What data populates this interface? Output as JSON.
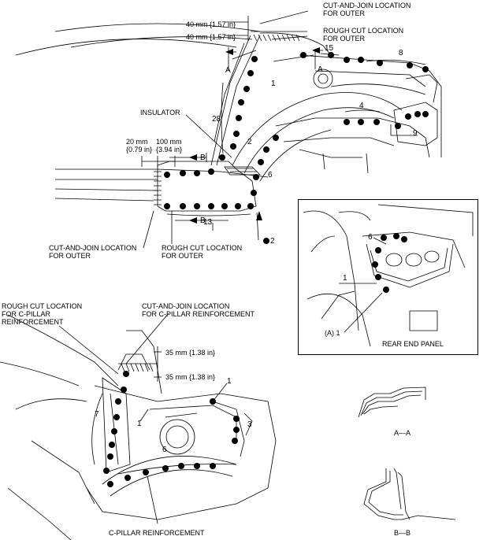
{
  "labels": {
    "cutjoin_outer_top": "CUT-AND-JOIN LOCATION\nFOR OUTER",
    "roughcut_outer_top": "ROUGH CUT LOCATION\nFOR OUTER",
    "dim_40a": "40 mm {1.57 in}",
    "dim_40b": "40 mm {1.57 in}",
    "insulator": "INSULATOR",
    "dim_20": "20 mm\n{0.79 in}",
    "dim_100": "100 mm\n{3.94 in}",
    "cutjoin_outer_bottom": "CUT-AND-JOIN LOCATION\nFOR OUTER",
    "roughcut_outer_bottom": "ROUGH CUT LOCATION\nFOR OUTER",
    "roughcut_cpillar": "ROUGH CUT LOCATION\nFOR C-PILLAR\nREINFORCEMENT",
    "cutjoin_cpillar": "CUT-AND-JOIN LOCATION\nFOR C-PILLAR REINFORCEMENT",
    "dim_35a": "35 mm {1.38 in}",
    "dim_35b": "35 mm {1.38 in}",
    "cpillar_reinf": "C-PILLAR REINFORCEMENT",
    "rear_end_panel": "REAR END PANEL",
    "section_aa": "A—A",
    "section_bb": "B—B",
    "inset_a1": "(A) 1"
  },
  "numbers": {
    "n15": "15",
    "n8": "8",
    "n1a": "1",
    "nA1": "A",
    "nA2": "A",
    "n28": "28",
    "n2a": "2",
    "n4": "4",
    "n9": "9",
    "nB1": "B",
    "nB2": "B",
    "n6a": "6",
    "n13": "13",
    "n2b": "2",
    "n6b": "6",
    "n1b": "1",
    "n1c": "1",
    "n7": "7",
    "n1d": "1",
    "n3": "3",
    "n6c": "6"
  }
}
